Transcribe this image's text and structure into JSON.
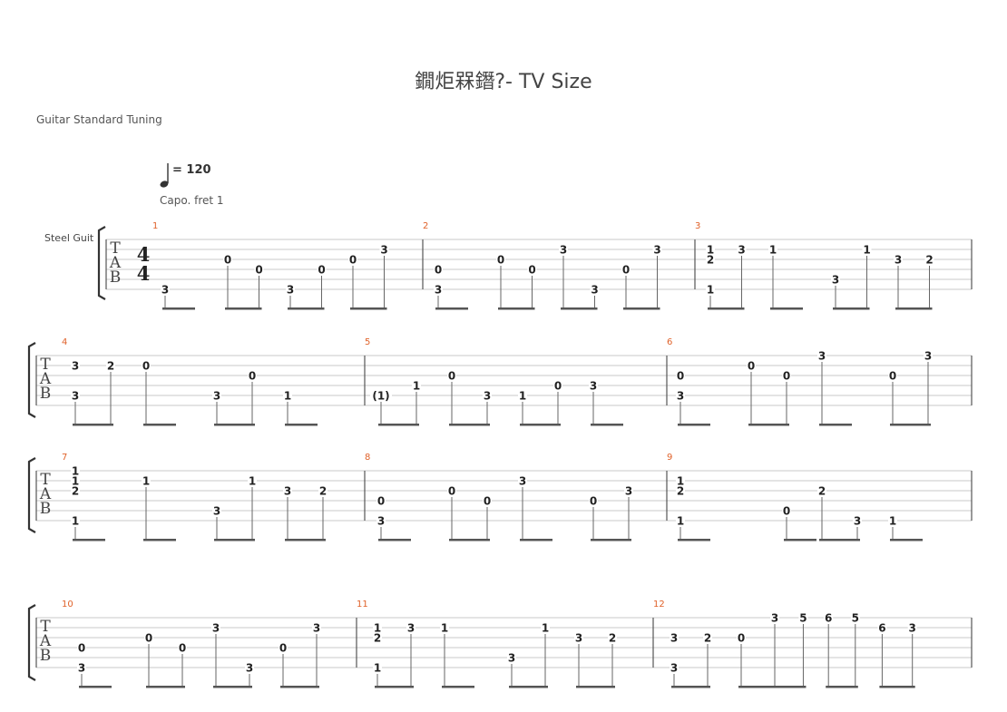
{
  "score": {
    "title": "鐗炬槑鐕?- TV Size",
    "tuning": "Guitar Standard Tuning",
    "tempo_value": "= 120",
    "capo": "Capo. fret 1",
    "instrument": "Steel Guit"
  },
  "clef": [
    "T",
    "A",
    "B"
  ],
  "time_signature": [
    "4",
    "4"
  ],
  "systems": [
    {
      "bars": [
        {
          "number": "1",
          "notes": [
            {
              "beat": 0,
              "frets": [
                {
                  "s": 5,
                  "t": "3"
                }
              ]
            },
            {
              "beat": 2,
              "frets": [
                {
                  "s": 2,
                  "t": "0"
                }
              ]
            },
            {
              "beat": 3,
              "frets": [
                {
                  "s": 3,
                  "t": "0"
                }
              ]
            },
            {
              "beat": 4,
              "frets": [
                {
                  "s": 5,
                  "t": "3"
                }
              ]
            },
            {
              "beat": 5,
              "frets": [
                {
                  "s": 3,
                  "t": "0"
                }
              ]
            },
            {
              "beat": 6,
              "frets": [
                {
                  "s": 2,
                  "t": "0"
                }
              ]
            },
            {
              "beat": 7,
              "frets": [
                {
                  "s": 1,
                  "t": "3"
                }
              ]
            }
          ]
        },
        {
          "number": "2",
          "notes": [
            {
              "beat": 0,
              "frets": [
                {
                  "s": 3,
                  "t": "0"
                },
                {
                  "s": 5,
                  "t": "3"
                }
              ]
            },
            {
              "beat": 2,
              "frets": [
                {
                  "s": 2,
                  "t": "0"
                }
              ]
            },
            {
              "beat": 3,
              "frets": [
                {
                  "s": 3,
                  "t": "0"
                }
              ]
            },
            {
              "beat": 4,
              "frets": [
                {
                  "s": 1,
                  "t": "3"
                }
              ]
            },
            {
              "beat": 5,
              "frets": [
                {
                  "s": 5,
                  "t": "3"
                }
              ]
            },
            {
              "beat": 6,
              "frets": [
                {
                  "s": 3,
                  "t": "0"
                }
              ]
            },
            {
              "beat": 7,
              "frets": [
                {
                  "s": 1,
                  "t": "3"
                }
              ]
            }
          ]
        },
        {
          "number": "3",
          "notes": [
            {
              "beat": 0,
              "frets": [
                {
                  "s": 1,
                  "t": "1"
                },
                {
                  "s": 2,
                  "t": "2"
                },
                {
                  "s": 5,
                  "t": "1"
                }
              ]
            },
            {
              "beat": 1,
              "frets": [
                {
                  "s": 1,
                  "t": "3"
                }
              ]
            },
            {
              "beat": 2,
              "frets": [
                {
                  "s": 1,
                  "t": "1"
                }
              ]
            },
            {
              "beat": 4,
              "frets": [
                {
                  "s": 4,
                  "t": "3"
                }
              ]
            },
            {
              "beat": 5,
              "frets": [
                {
                  "s": 1,
                  "t": "1"
                }
              ]
            },
            {
              "beat": 6,
              "frets": [
                {
                  "s": 2,
                  "t": "3"
                }
              ]
            },
            {
              "beat": 7,
              "frets": [
                {
                  "s": 2,
                  "t": "2"
                }
              ]
            }
          ]
        }
      ]
    },
    {
      "bars": [
        {
          "number": "4",
          "notes": [
            {
              "beat": 0,
              "frets": [
                {
                  "s": 1,
                  "t": "3"
                },
                {
                  "s": 4,
                  "t": "3"
                }
              ]
            },
            {
              "beat": 1,
              "frets": [
                {
                  "s": 1,
                  "t": "2"
                }
              ]
            },
            {
              "beat": 2,
              "frets": [
                {
                  "s": 1,
                  "t": "0"
                }
              ]
            },
            {
              "beat": 4,
              "frets": [
                {
                  "s": 4,
                  "t": "3"
                }
              ]
            },
            {
              "beat": 5,
              "frets": [
                {
                  "s": 2,
                  "t": "0"
                }
              ]
            },
            {
              "beat": 6,
              "frets": [
                {
                  "s": 4,
                  "t": "1"
                }
              ]
            }
          ]
        },
        {
          "number": "5",
          "notes": [
            {
              "beat": 0,
              "frets": [
                {
                  "s": 4,
                  "t": "(1)"
                }
              ]
            },
            {
              "beat": 1,
              "frets": [
                {
                  "s": 3,
                  "t": "1"
                }
              ]
            },
            {
              "beat": 2,
              "frets": [
                {
                  "s": 2,
                  "t": "0"
                }
              ]
            },
            {
              "beat": 3,
              "frets": [
                {
                  "s": 4,
                  "t": "3"
                }
              ]
            },
            {
              "beat": 4,
              "frets": [
                {
                  "s": 4,
                  "t": "1"
                }
              ]
            },
            {
              "beat": 5,
              "frets": [
                {
                  "s": 3,
                  "t": "0"
                }
              ]
            },
            {
              "beat": 6,
              "frets": [
                {
                  "s": 3,
                  "t": "3"
                }
              ]
            }
          ]
        },
        {
          "number": "6",
          "notes": [
            {
              "beat": 0,
              "frets": [
                {
                  "s": 2,
                  "t": "0"
                },
                {
                  "s": 4,
                  "t": "3"
                }
              ]
            },
            {
              "beat": 2,
              "frets": [
                {
                  "s": 1,
                  "t": "0"
                }
              ]
            },
            {
              "beat": 3,
              "frets": [
                {
                  "s": 2,
                  "t": "0"
                }
              ]
            },
            {
              "beat": 4,
              "frets": [
                {
                  "s": 0,
                  "t": "3"
                }
              ]
            },
            {
              "beat": 6,
              "frets": [
                {
                  "s": 2,
                  "t": "0"
                }
              ]
            },
            {
              "beat": 7,
              "frets": [
                {
                  "s": 0,
                  "t": "3"
                }
              ]
            }
          ]
        }
      ]
    },
    {
      "bars": [
        {
          "number": "7",
          "notes": [
            {
              "beat": 0,
              "frets": [
                {
                  "s": 0,
                  "t": "1"
                },
                {
                  "s": 1,
                  "t": "1"
                },
                {
                  "s": 2,
                  "t": "2"
                },
                {
                  "s": 5,
                  "t": "1"
                }
              ]
            },
            {
              "beat": 2,
              "frets": [
                {
                  "s": 1,
                  "t": "1"
                }
              ]
            },
            {
              "beat": 4,
              "frets": [
                {
                  "s": 4,
                  "t": "3"
                }
              ]
            },
            {
              "beat": 5,
              "frets": [
                {
                  "s": 1,
                  "t": "1"
                }
              ]
            },
            {
              "beat": 6,
              "frets": [
                {
                  "s": 2,
                  "t": "3"
                }
              ]
            },
            {
              "beat": 7,
              "frets": [
                {
                  "s": 2,
                  "t": "2"
                }
              ]
            }
          ]
        },
        {
          "number": "8",
          "notes": [
            {
              "beat": 0,
              "frets": [
                {
                  "s": 3,
                  "t": "0"
                },
                {
                  "s": 5,
                  "t": "3"
                }
              ]
            },
            {
              "beat": 2,
              "frets": [
                {
                  "s": 2,
                  "t": "0"
                }
              ]
            },
            {
              "beat": 3,
              "frets": [
                {
                  "s": 3,
                  "t": "0"
                }
              ]
            },
            {
              "beat": 4,
              "frets": [
                {
                  "s": 1,
                  "t": "3"
                }
              ]
            },
            {
              "beat": 6,
              "frets": [
                {
                  "s": 3,
                  "t": "0"
                }
              ]
            },
            {
              "beat": 7,
              "frets": [
                {
                  "s": 2,
                  "t": "3"
                }
              ]
            }
          ]
        },
        {
          "number": "9",
          "notes": [
            {
              "beat": 0,
              "frets": [
                {
                  "s": 1,
                  "t": "1"
                },
                {
                  "s": 2,
                  "t": "2"
                },
                {
                  "s": 5,
                  "t": "1"
                }
              ]
            },
            {
              "beat": 3,
              "frets": [
                {
                  "s": 4,
                  "t": "0"
                }
              ]
            },
            {
              "beat": 4,
              "frets": [
                {
                  "s": 2,
                  "t": "2"
                }
              ]
            },
            {
              "beat": 5,
              "frets": [
                {
                  "s": 5,
                  "t": "3"
                }
              ]
            },
            {
              "beat": 6,
              "frets": [
                {
                  "s": 5,
                  "t": "1"
                }
              ]
            }
          ]
        }
      ]
    },
    {
      "bars": [
        {
          "number": "10",
          "notes": [
            {
              "beat": 0,
              "frets": [
                {
                  "s": 3,
                  "t": "0"
                },
                {
                  "s": 5,
                  "t": "3"
                }
              ]
            },
            {
              "beat": 2,
              "frets": [
                {
                  "s": 2,
                  "t": "0"
                }
              ]
            },
            {
              "beat": 3,
              "frets": [
                {
                  "s": 3,
                  "t": "0"
                }
              ]
            },
            {
              "beat": 4,
              "frets": [
                {
                  "s": 1,
                  "t": "3"
                }
              ]
            },
            {
              "beat": 5,
              "frets": [
                {
                  "s": 5,
                  "t": "3"
                }
              ]
            },
            {
              "beat": 6,
              "frets": [
                {
                  "s": 3,
                  "t": "0"
                }
              ]
            },
            {
              "beat": 7,
              "frets": [
                {
                  "s": 1,
                  "t": "3"
                }
              ]
            }
          ]
        },
        {
          "number": "11",
          "notes": [
            {
              "beat": 0,
              "frets": [
                {
                  "s": 1,
                  "t": "1"
                },
                {
                  "s": 2,
                  "t": "2"
                },
                {
                  "s": 5,
                  "t": "1"
                }
              ]
            },
            {
              "beat": 1,
              "frets": [
                {
                  "s": 1,
                  "t": "3"
                }
              ]
            },
            {
              "beat": 2,
              "frets": [
                {
                  "s": 1,
                  "t": "1"
                }
              ]
            },
            {
              "beat": 4,
              "frets": [
                {
                  "s": 4,
                  "t": "3"
                }
              ]
            },
            {
              "beat": 5,
              "frets": [
                {
                  "s": 1,
                  "t": "1"
                }
              ]
            },
            {
              "beat": 6,
              "frets": [
                {
                  "s": 2,
                  "t": "3"
                }
              ]
            },
            {
              "beat": 7,
              "frets": [
                {
                  "s": 2,
                  "t": "2"
                }
              ]
            }
          ]
        },
        {
          "number": "12",
          "notes": [
            {
              "beat": 0,
              "frets": [
                {
                  "s": 2,
                  "t": "3"
                },
                {
                  "s": 5,
                  "t": "3"
                }
              ]
            },
            {
              "beat": 1,
              "frets": [
                {
                  "s": 2,
                  "t": "2"
                }
              ]
            },
            {
              "beat": 2,
              "frets": [
                {
                  "s": 2,
                  "t": "0"
                }
              ]
            },
            {
              "beat": 3,
              "frets": [
                {
                  "s": 0,
                  "t": "3"
                }
              ]
            },
            {
              "beat": 3.85,
              "frets": [
                {
                  "s": 0,
                  "t": "5"
                }
              ]
            },
            {
              "beat": 4.6,
              "frets": [
                {
                  "s": 0,
                  "t": "6"
                }
              ]
            },
            {
              "beat": 5.4,
              "frets": [
                {
                  "s": 0,
                  "t": "5"
                }
              ]
            },
            {
              "beat": 6.2,
              "frets": [
                {
                  "s": 1,
                  "t": "6"
                }
              ]
            },
            {
              "beat": 7.1,
              "frets": [
                {
                  "s": 1,
                  "t": "3"
                }
              ]
            }
          ]
        }
      ]
    }
  ]
}
